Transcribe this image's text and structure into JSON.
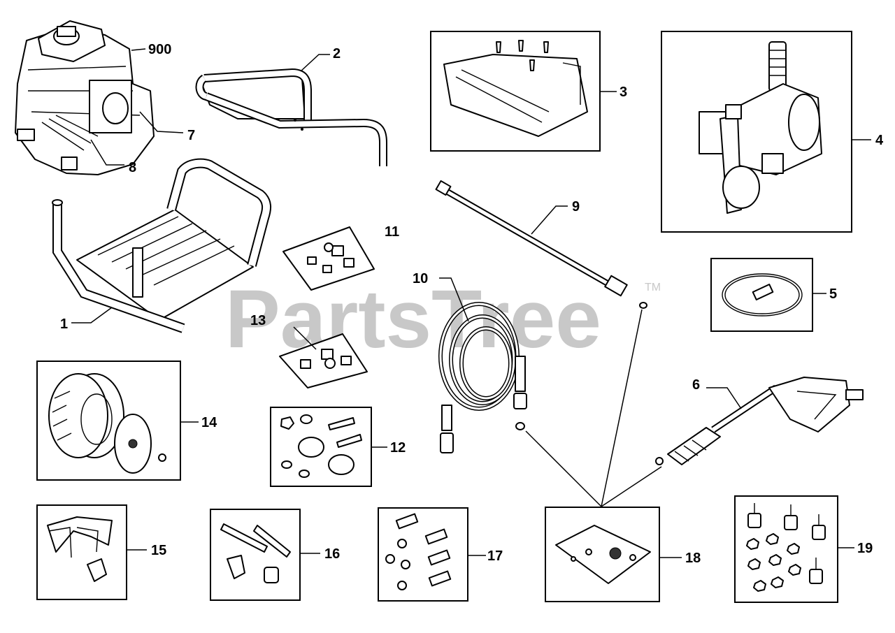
{
  "watermark": {
    "text": "PartsTree",
    "trademark": "TM"
  },
  "callouts": {
    "c1": "1",
    "c2": "2",
    "c3": "3",
    "c4": "4",
    "c5": "5",
    "c6": "6",
    "c7": "7",
    "c8": "8",
    "c9": "9",
    "c10": "10",
    "c11": "11",
    "c12": "12",
    "c13": "13",
    "c14": "14",
    "c15": "15",
    "c16": "16",
    "c17": "17",
    "c18": "18",
    "c19": "19",
    "c900": "900"
  },
  "colors": {
    "ink": "#000000",
    "watermark": "#c8c8c8",
    "background": "#ffffff"
  }
}
